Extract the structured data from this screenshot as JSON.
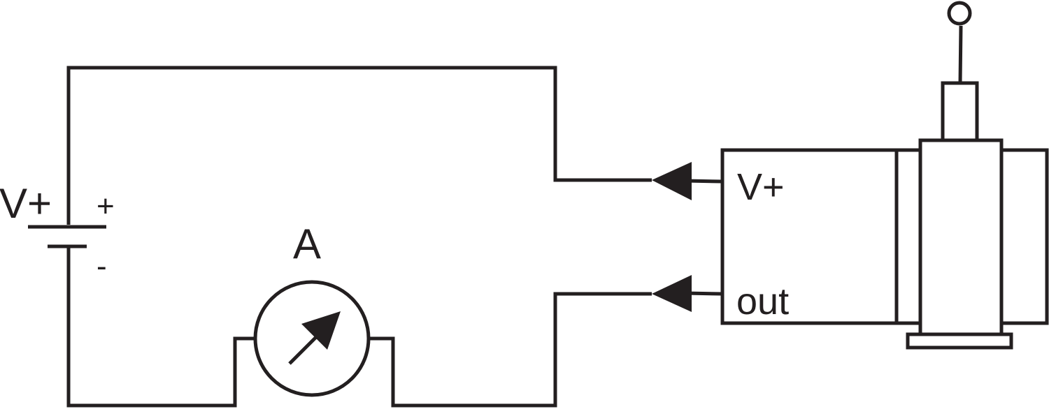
{
  "battery": {
    "label": "V+",
    "positive_sign": "+",
    "negative_sign": "-"
  },
  "ammeter": {
    "label": "A"
  },
  "sensor": {
    "terminal_supply": "V+",
    "terminal_output": "out"
  },
  "colors": {
    "line": "#231f20",
    "background": "#ffffff"
  },
  "icons": {
    "ammeter": "ammeter-icon",
    "battery": "battery-icon",
    "sensor": "linear-position-sensor-icon"
  }
}
